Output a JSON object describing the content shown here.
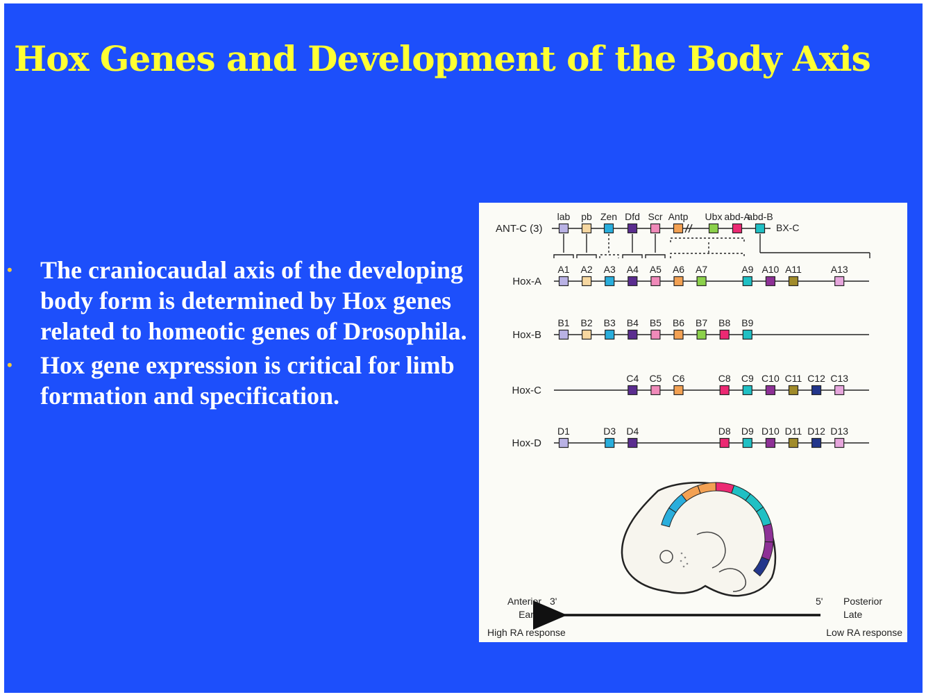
{
  "title": "Hox Genes and Development of the Body Axis",
  "bullets": [
    "The craniocaudal axis of the developing body form is determined by Hox genes related to homeotic genes of Drosophila.",
    "Hox gene expression is critical for limb formation and specification."
  ],
  "bullet_marker": "•",
  "colors": {
    "background": "#1d4ffb",
    "title": "#ffff33",
    "bullet_text": "#ffffff",
    "bullet_marker": "#ffcc33",
    "paralog": {
      "1": "#b9b2e4",
      "2": "#f6d7a0",
      "3": "#2aaedc",
      "4": "#5b2d8f",
      "5": "#f08ab9",
      "6": "#f3a153",
      "7": "#8cd14b",
      "8": "#ec2a73",
      "9": "#20c0c4",
      "10": "#8e3196",
      "11": "#a08b2a",
      "12": "#23368b",
      "13": "#e6a6dc"
    }
  },
  "figure": {
    "drosophila": {
      "label": "ANT-C (3)",
      "genes": [
        "lab",
        "pb",
        "Zen",
        "Dfd",
        "Scr",
        "Antp",
        "Ubx",
        "abd-A",
        "abd-B"
      ],
      "complex2": "BX-C"
    },
    "clusters": [
      {
        "name": "Hox-A",
        "genes": [
          "A1",
          "A2",
          "A3",
          "A4",
          "A5",
          "A6",
          "A7",
          "A9",
          "A10",
          "A11",
          "A13"
        ]
      },
      {
        "name": "Hox-B",
        "genes": [
          "B1",
          "B2",
          "B3",
          "B4",
          "B5",
          "B6",
          "B7",
          "B8",
          "B9"
        ]
      },
      {
        "name": "Hox-C",
        "genes": [
          "C4",
          "C5",
          "C6",
          "C8",
          "C9",
          "C10",
          "C11",
          "C12",
          "C13"
        ]
      },
      {
        "name": "Hox-D",
        "genes": [
          "D1",
          "D3",
          "D4",
          "D8",
          "D9",
          "D10",
          "D11",
          "D12",
          "D13"
        ]
      }
    ],
    "axis": {
      "left_top": "Anterior",
      "left_mid": "Early",
      "left_bottom": "High RA response",
      "left_end": "3'",
      "right_top": "Posterior",
      "right_mid": "Late",
      "right_bottom": "Low RA response",
      "right_end": "5'"
    }
  }
}
